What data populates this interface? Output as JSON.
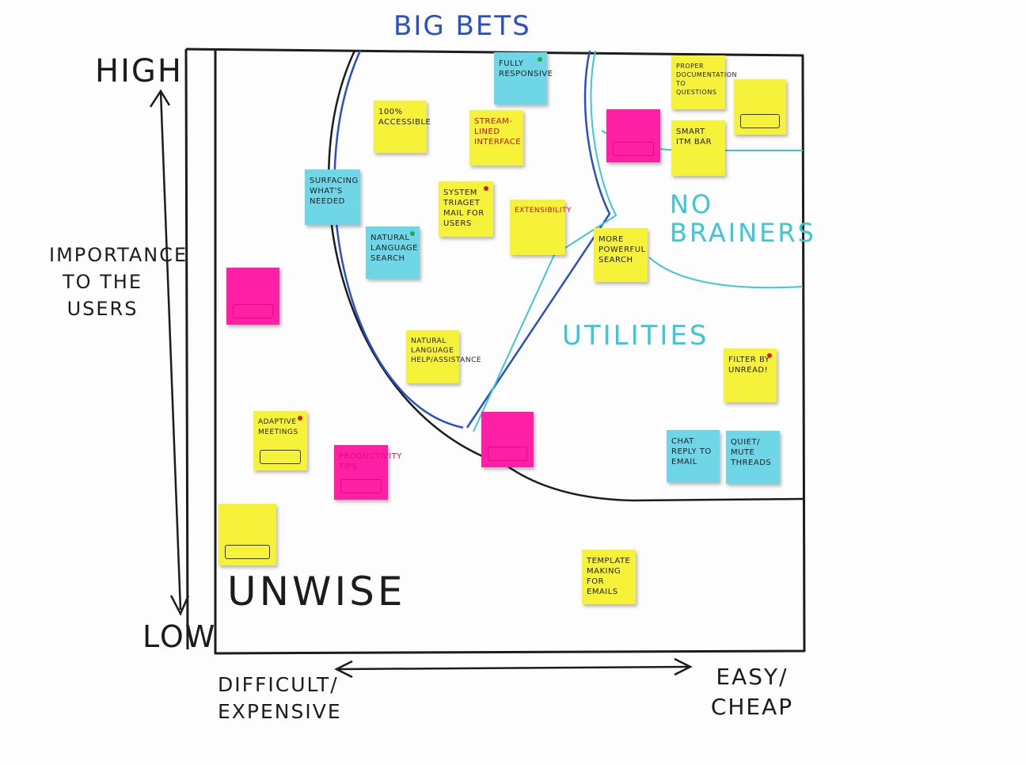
{
  "axes": {
    "high": "HIGH",
    "low": "LOW",
    "importance": "IMPORTANCE TO THE USERS",
    "difficult": "DIFFICULT/ EXPENSIVE",
    "easy": "EASY/ CHEAP"
  },
  "regions": {
    "big_bets": "BIG BETS",
    "no_brainers": "NO BRAINERS",
    "utilities": "UTILITIES",
    "unwise": "UNWISE"
  },
  "colors": {
    "ink": "#1c1c1c",
    "big_bets_blue": "#2851c9",
    "cyan": "#3ac8d6",
    "yellow_note": "#f6f23a",
    "blue_note": "#6fd6e8",
    "pink_note": "#ff1fa4"
  },
  "notes": [
    {
      "text": "FULLY RESPONSIVE",
      "color": "blue"
    },
    {
      "text": "100% ACCESSIBLE",
      "color": "yellow"
    },
    {
      "text": "STREAM-LINED INTERFACE",
      "color": "yellow"
    },
    {
      "text": "PROPER DOCUMENTATION TO QUESTIONS",
      "color": "yellow"
    },
    {
      "text": "SMART ITM BAR",
      "color": "yellow"
    },
    {
      "text": "SURFACING WHAT'S NEEDED",
      "color": "blue"
    },
    {
      "text": "SYSTEM TRIAGET MAIL FOR USERS",
      "color": "yellow"
    },
    {
      "text": "EXTENSIBILITY",
      "color": "yellow"
    },
    {
      "text": "NATURAL LANGUAGE SEARCH",
      "color": "blue"
    },
    {
      "text": "MORE POWERFUL SEARCH",
      "color": "yellow"
    },
    {
      "text": "NATURAL LANGUAGE HELP/ASSISTANCE",
      "color": "yellow"
    },
    {
      "text": "FILTER BY UNREAD!",
      "color": "yellow"
    },
    {
      "text": "ADAPTIVE MEETINGS",
      "color": "yellow"
    },
    {
      "text": "PRODUCTIVITY TIPS",
      "color": "pink"
    },
    {
      "text": "CHAT REPLY TO EMAIL",
      "color": "blue"
    },
    {
      "text": "QUIET/ MUTE THREADS",
      "color": "blue"
    },
    {
      "text": "TEMPLATE MAKING FOR EMAILS",
      "color": "yellow"
    },
    {
      "text": "",
      "color": "pink"
    },
    {
      "text": "",
      "color": "pink"
    },
    {
      "text": "",
      "color": "pink"
    },
    {
      "text": "",
      "color": "yellow"
    },
    {
      "text": "",
      "color": "yellow"
    }
  ]
}
